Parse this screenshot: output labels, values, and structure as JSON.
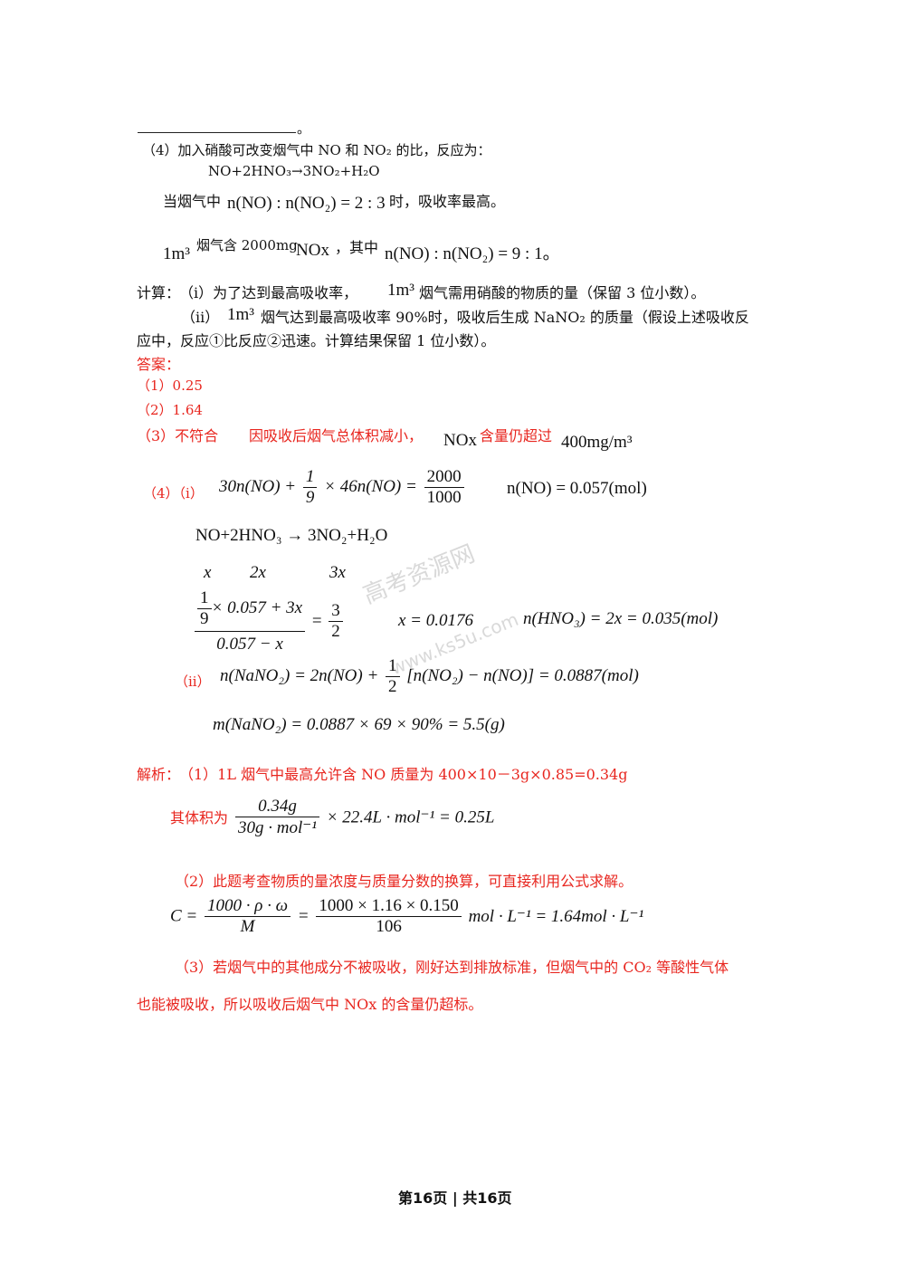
{
  "prompt": {
    "blank_end": "。",
    "q4_intro": "（4）加入硝酸可改变烟气中 NO 和 NO₂ 的比，反应为：",
    "reaction": "NO+2HNO₃→3NO₂+H₂O",
    "cond_prefix": "当烟气中",
    "cond_eq": "n(NO) : n(NO₂) = 2 : 3",
    "cond_suffix": "时，吸收率最高。",
    "gas_1m3": "1m³",
    "gas_text": "烟气含 2000mg",
    "gas_nox": "NOx",
    "gas_mid": "，其中",
    "gas_eq": "n(NO) : n(NO₂) = 9 : 1。",
    "calc_label": "计算：",
    "calc_i_a": "（i）为了达到最高吸收率，",
    "calc_i_b": "烟气需用硝酸的物质的量（保留 3 位小数）。",
    "calc_ii_a": "（ii）",
    "calc_ii_b": "烟气达到最高吸收率 90%时，吸收后生成 NaNO₂ 的质量（假设上述吸收反",
    "calc_ii_c": "应中，反应①比反应②迅速。计算结果保留 1 位小数）。"
  },
  "answer": {
    "label": "答案：",
    "a1": "（1）0.25",
    "a2": "（2）1.64",
    "a3_label": "（3）不符合",
    "a3_text": "因吸收后烟气总体积减小，",
    "a3_nox": "NOx",
    "a3_text2": "含量仍超过",
    "a3_limit": "400mg/m³",
    "a4_label": "（4）（i）",
    "eq1_left": "30n(NO) +",
    "eq1_frac_n": "1",
    "eq1_frac_d": "9",
    "eq1_mid": "× 46n(NO) =",
    "eq1_rhs_n": "2000",
    "eq1_rhs_d": "1000",
    "eq1_result": "n(NO) = 0.057(mol)",
    "rxn": "NO+2HNO₃ → 3NO₂+H₂O",
    "rxn_x": "x",
    "rxn_2x": "2x",
    "rxn_3x": "3x",
    "eq2_num": "× 0.057 + 3x",
    "eq2_den": "0.057 − x",
    "eq2_rhs_n": "3",
    "eq2_rhs_d": "2",
    "eq2_x": "x = 0.0176",
    "eq2_hno3": "n(HNO₃) = 2x = 0.035(mol)",
    "a4ii_label": "（ii）",
    "eq3_left": "n(NaNO₂) = 2n(NO) +",
    "eq3_right": "[n(NO₂) − n(NO)] = 0.0887(mol)",
    "eq4": "m(NaNO₂) = 0.0887 × 69 × 90% = 5.5(g)"
  },
  "analysis": {
    "label": "解析：",
    "p1": "（1）1L 烟气中最高允许含 NO 质量为 400×10－3g×0.85=0.34g",
    "p1b_label": "其体积为",
    "p1b_num": "0.34g",
    "p1b_den": "30g · mol⁻¹",
    "p1b_rest": "× 22.4L · mol⁻¹ = 0.25L",
    "p2": "（2）此题考查物质的量浓度与质量分数的换算，可直接利用公式求解。",
    "c_left": "C =",
    "c_f1_n": "1000 · ρ · ω",
    "c_f1_d": "M",
    "c_eq": "=",
    "c_f2_n": "1000 × 1.16 × 0.150",
    "c_f2_d": "106",
    "c_rest": "mol · L⁻¹ = 1.64mol · L⁻¹",
    "p3a": "（3）若烟气中的其他成分不被吸收，刚好达到排放标准，但烟气中的 CO₂ 等酸性气体",
    "p3b": "也能被吸收，所以吸收后烟气中 NOx 的含量仍超标。"
  },
  "footer": "第16页 | 共16页",
  "watermark": {
    "cn": "高考资源网",
    "url": "www.ks5u.com"
  }
}
